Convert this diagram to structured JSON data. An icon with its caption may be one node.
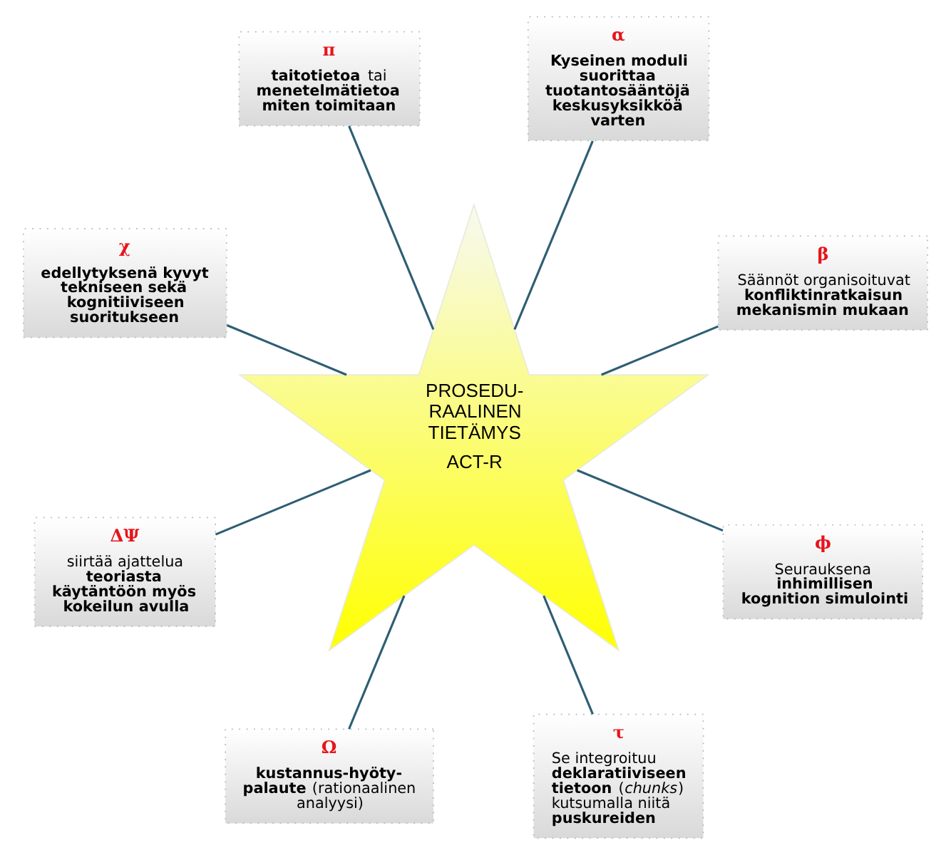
{
  "diagram": {
    "nodes": [
      {
        "text": [
          "α",
          "Kyseinen moduli suorittaa tuotantosääntöjä keskusyksikköä varten"
        ]
      },
      {
        "text": [
          "π",
          "**taitotietoa** tai **menetelmätietoa miten toimitaan**"
        ]
      },
      {
        "text": [
          "β",
          "Säännöt organisoituvat **konfliktinratkaisun mekanismin mukaan**"
        ]
      },
      {
        "text": [
          "PROSEDU-RAALINEN TIETÄMYS",
          "ACT-R"
        ]
      },
      {
        "text": [
          "χ",
          "edellytyksenä kyvyt tekniseen sekä kognitiiviseen suoritukseen"
        ]
      },
      {
        "text": [
          "ϕ",
          "Seurauksena **inhimillisen kognition simulointi**"
        ]
      },
      {
        "text": [
          "ΔΨ",
          "siirtää ajattelua **teoriasta käytäntöön myös kokeilun avulla**"
        ]
      },
      {
        "text": [
          "τ",
          "Se integroituu **deklaratiiviseen tietoon** (*chunks*) kutsumalla niitä **puskureiden**"
        ]
      },
      {
        "text": [
          "Ω",
          "**kustannus-hyöty-palaute** (rationaalinen analyysi)"
        ]
      }
    ],
    "edges": [
      {
        "from": 3,
        "to": 0,
        "arrow": "none"
      },
      {
        "from": 3,
        "to": 2,
        "arrow": "none"
      },
      {
        "from": 3,
        "to": 5,
        "arrow": "none"
      },
      {
        "from": 3,
        "to": 7,
        "arrow": "none"
      },
      {
        "from": 3,
        "to": 8,
        "arrow": "none"
      },
      {
        "from": 3,
        "to": 6,
        "arrow": "none"
      },
      {
        "from": 3,
        "to": 4,
        "arrow": "none"
      },
      {
        "from": 3,
        "to": 1,
        "arrow": "none"
      }
    ]
  }
}
